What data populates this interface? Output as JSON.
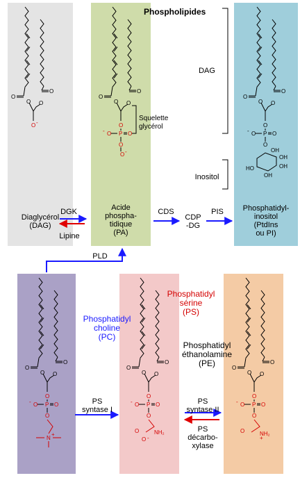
{
  "title": "Phospholipides",
  "molecules": {
    "dag": "Diaglycérol\n(DAG)",
    "pa": "Acide\nphospha-\ntidique\n(PA)",
    "pi": "Phosphatidyl-\ninositol\n(PtdIns\nou PI)",
    "pc": "Phosphatidyl\ncholine\n(PC)",
    "ps": "Phosphatidyl\nsérine\n(PS)",
    "pe": "Phosphatidyl\néthanolamine\n(PE)",
    "cdp_dg": "CDP\n-DG"
  },
  "enzymes": {
    "dgk": "DGK",
    "lipine": "Lipine",
    "cds": "CDS",
    "pis": "PIS",
    "pld": "PLD",
    "ps_synthase_1": "PS\nsyntase I",
    "ps_synthase_2": "PS\nsyntase II",
    "ps_decarboxylase": "PS\ndécarbo-\nxylase"
  },
  "annotations": {
    "squelette": "Squelette\nglycérol",
    "dag_bracket": "DAG",
    "inositol": "Inositol"
  },
  "atoms": {
    "O": "O",
    "P": "P",
    "N": "N",
    "minus": "-",
    "plus": "+",
    "OH": "OH",
    "NH2": "NH₂",
    "OH_left": "HO"
  },
  "colors": {
    "dag_panel": "#e4e4e4",
    "pa_panel": "#cfdcaa",
    "pi_panel": "#9fcedb",
    "pc_panel": "#aaa1c6",
    "ps_panel": "#f3c9c9",
    "pe_panel": "#f4cba5",
    "arrow_blue": "#1a1aff",
    "arrow_red": "#e00000",
    "label_red": "#d40000",
    "label_blue": "#1a1aff"
  }
}
